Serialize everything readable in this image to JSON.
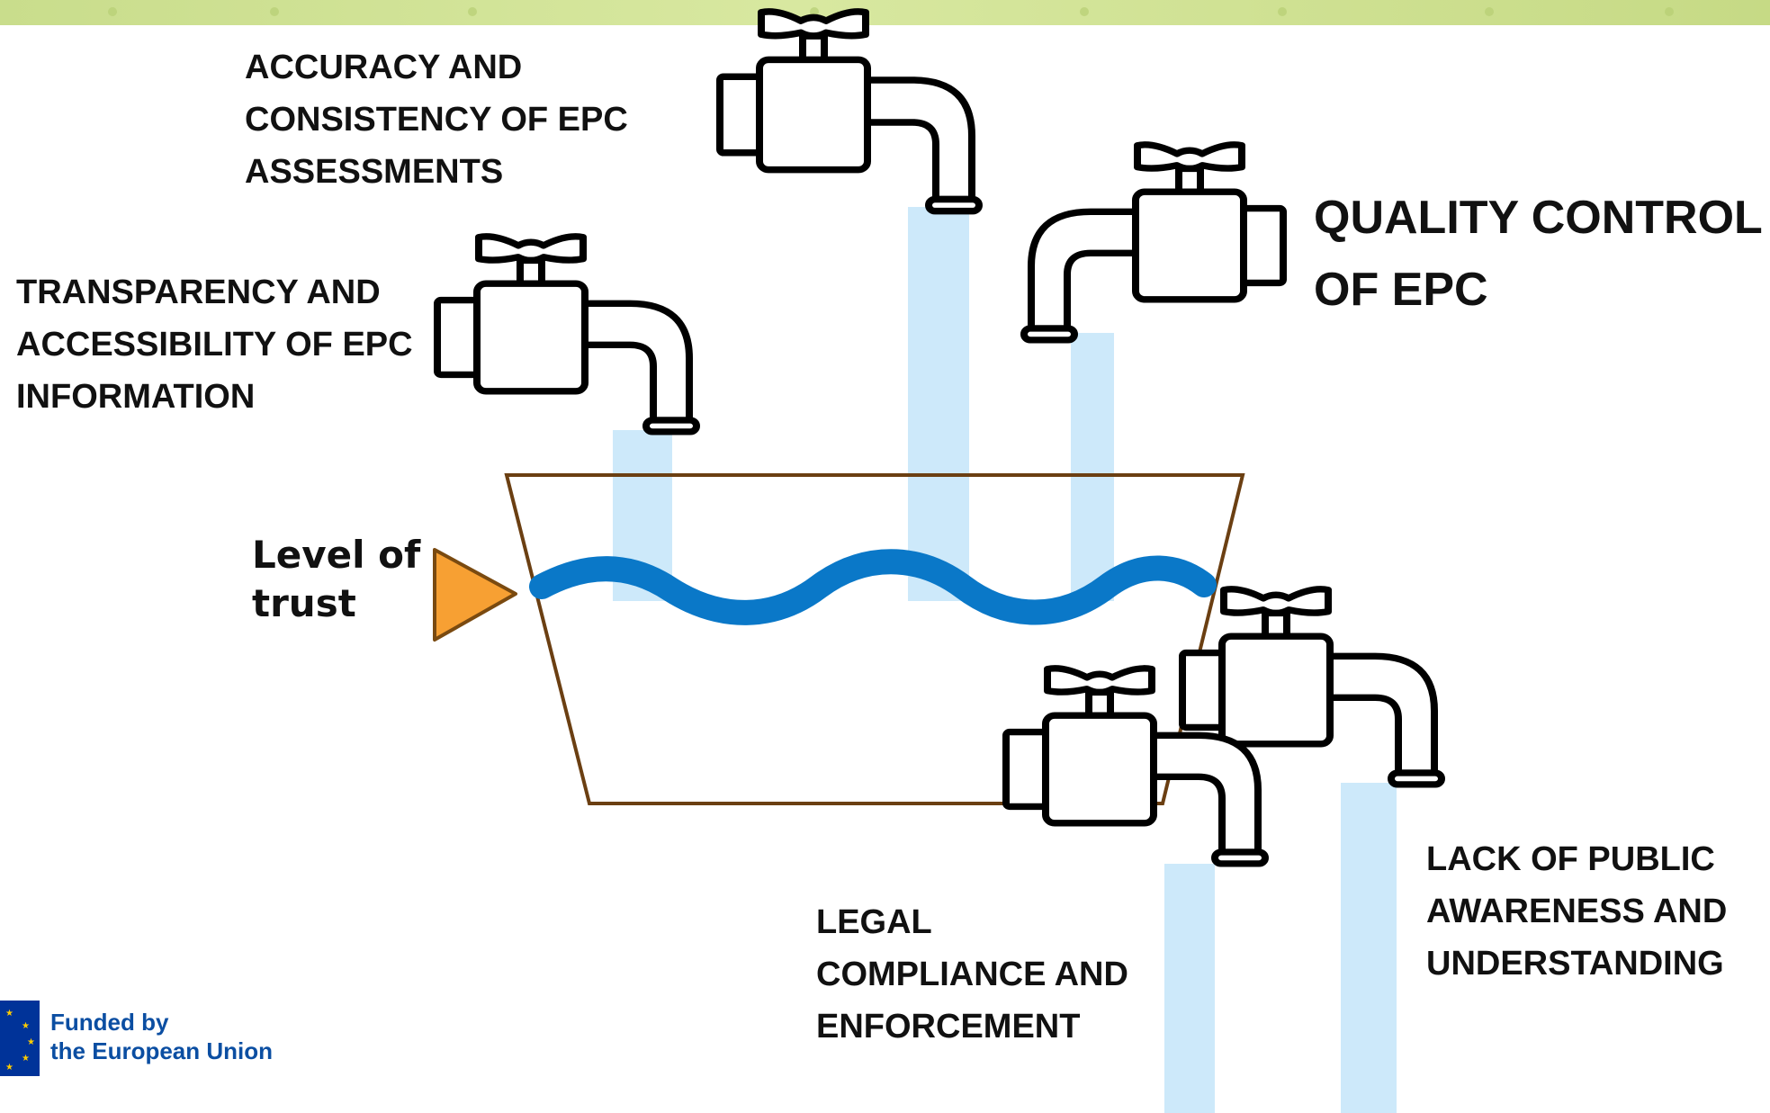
{
  "labels": {
    "accuracy": [
      "ACCURACY AND",
      "CONSISTENCY OF EPC",
      "ASSESSMENTS"
    ],
    "transparency": [
      "TRANSPARENCY AND",
      "ACCESSIBILITY OF EPC",
      "INFORMATION"
    ],
    "quality": [
      "QUALITY CONTROL",
      "OF EPC"
    ],
    "trust": [
      "Level of",
      "trust"
    ],
    "legal": [
      "LEGAL",
      "COMPLIANCE AND",
      "ENFORCEMENT"
    ],
    "awareness": [
      "LACK OF PUBLIC",
      "AWARENESS AND",
      "UNDERSTANDING"
    ]
  },
  "footer": {
    "funded": [
      "Funded by",
      "the European Union"
    ]
  },
  "colors": {
    "water_stream": "#cde9fa",
    "water_wave": "#0a78c8",
    "basin_outline": "#6b3f12",
    "trust_arrow": "#f7a033",
    "tap_outline": "#000000",
    "eu_blue": "#003399",
    "eu_text": "#0b4ea2"
  },
  "icons": [
    "faucet-icon",
    "triangle-pointer-icon",
    "eu-flag-icon"
  ]
}
